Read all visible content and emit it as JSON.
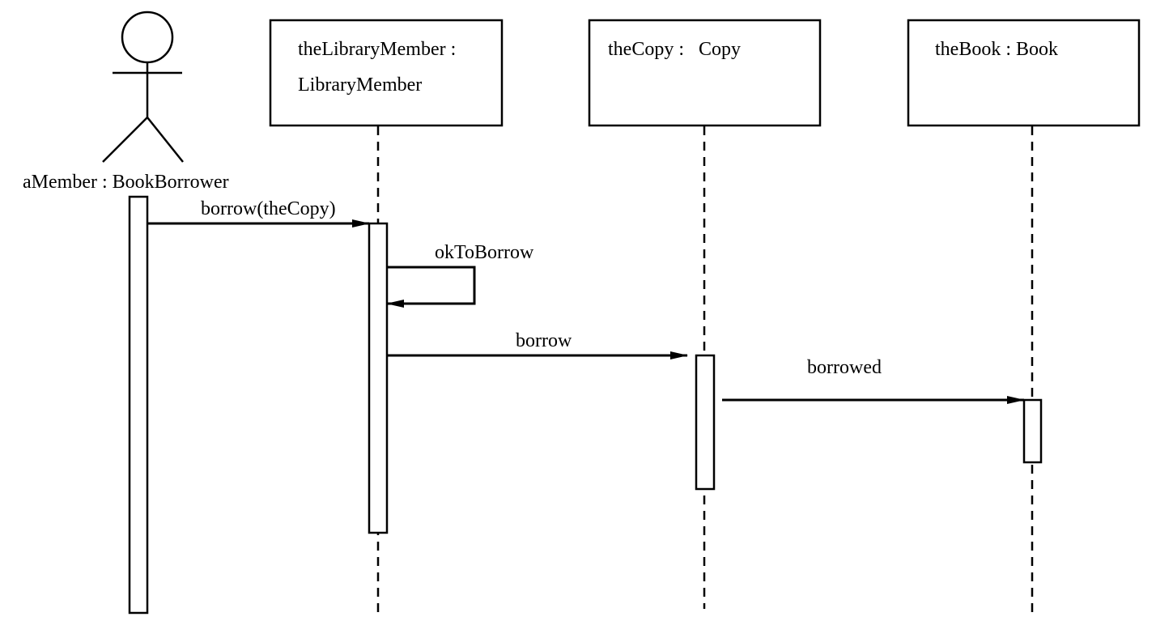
{
  "actor": {
    "label": "aMember : BookBorrower"
  },
  "objects": [
    {
      "id": "library_member",
      "label_lines": [
        "theLibraryMember :",
        "LibraryMember"
      ]
    },
    {
      "id": "copy",
      "label_lines": [
        "theCopy :   Copy"
      ]
    },
    {
      "id": "book",
      "label_lines": [
        "theBook : Book"
      ]
    }
  ],
  "messages": [
    {
      "label": "borrow(theCopy)",
      "from": "aMember",
      "to": "theLibraryMember"
    },
    {
      "label": "okToBorrow",
      "from": "theLibraryMember",
      "to": "theLibraryMember"
    },
    {
      "label": "borrow",
      "from": "theLibraryMember",
      "to": "theCopy"
    },
    {
      "label": "borrowed",
      "from": "theCopy",
      "to": "theBook"
    }
  ]
}
